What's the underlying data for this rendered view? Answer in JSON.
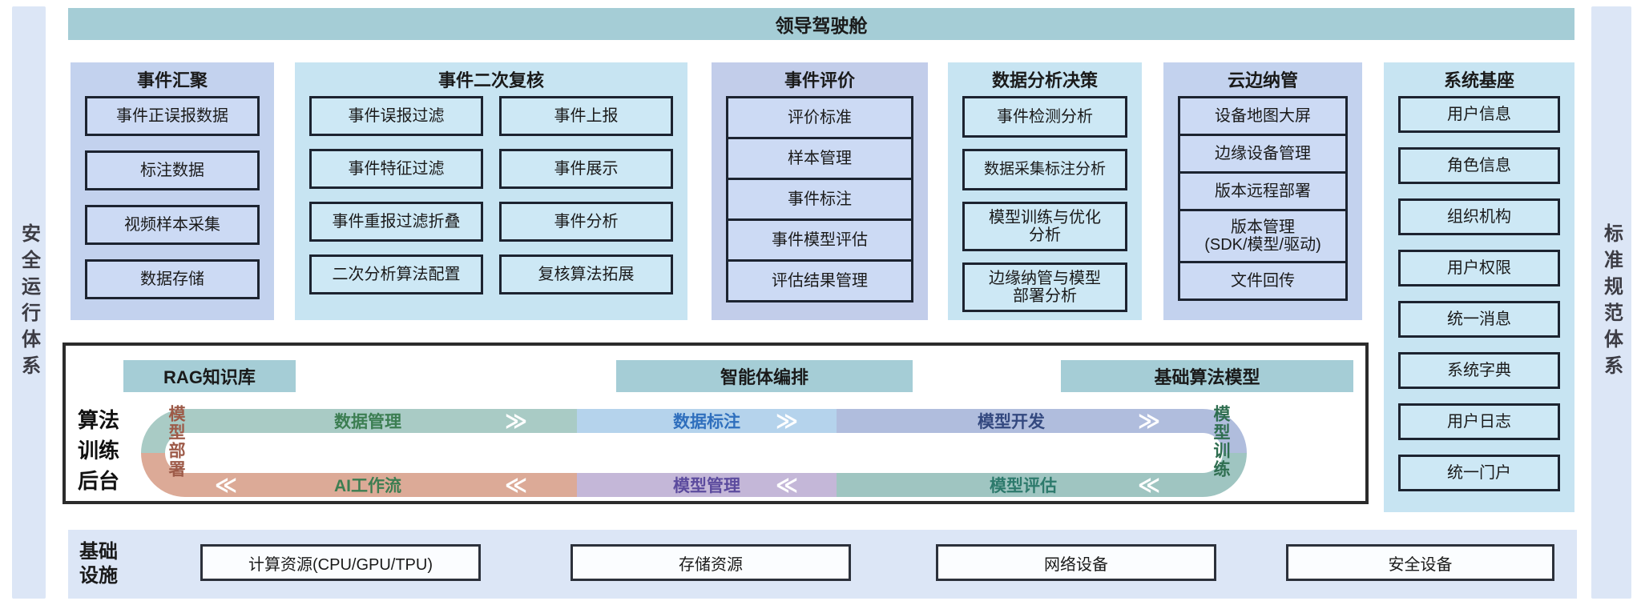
{
  "banner": {
    "title": "领导驾驶舱"
  },
  "side_bars": {
    "left": "安全运行体系",
    "right": "标准规范体系"
  },
  "columns": [
    {
      "title": "事件汇聚",
      "items": [
        "事件正误报数据",
        "标注数据",
        "视频样本采集",
        "数据存储"
      ]
    },
    {
      "title": "事件二次复核",
      "items_left": [
        "事件误报过滤",
        "事件特征过滤",
        "事件重报过滤折叠",
        "二次分析算法配置"
      ],
      "items_right": [
        "事件上报",
        "事件展示",
        "事件分析",
        "复核算法拓展"
      ]
    },
    {
      "title": "事件评价",
      "items": [
        "评价标准",
        "样本管理",
        "事件标注",
        "事件模型评估",
        "评估结果管理"
      ]
    },
    {
      "title": "数据分析决策",
      "items": [
        "事件检测分析",
        "数据采集标注分析",
        "模型训练与优化\n分析",
        "边缘纳管与模型\n部署分析"
      ]
    },
    {
      "title": "云边纳管",
      "items": [
        "设备地图大屏",
        "边缘设备管理",
        "版本远程部署",
        "版本管理\n(SDK/模型/驱动)",
        "文件回传"
      ]
    },
    {
      "title": "系统基座",
      "items": [
        "用户信息",
        "角色信息",
        "组织机构",
        "用户权限",
        "统一消息",
        "系统字典",
        "用户日志",
        "统一门户"
      ]
    }
  ],
  "training_platform": {
    "label": "算法\n训练\n后台",
    "headers": [
      "RAG知识库",
      "智能体编排",
      "基础算法模型"
    ],
    "loop": {
      "left_cap": "模型部署",
      "right_cap": "模型训练",
      "forward_arrow": "≫",
      "back_arrow": "≪",
      "top_segments": [
        {
          "label": "数据管理",
          "band_color": "#a9cbc5",
          "text_color": "#3c7e52"
        },
        {
          "label": "数据标注",
          "band_color": "#b5d3ec",
          "text_color": "#2f6fbd"
        },
        {
          "label": "模型开发",
          "band_color": "#b0bddd",
          "text_color": "#33487f"
        }
      ],
      "bottom_segments": [
        {
          "label": "AI工作流",
          "band_color": "#dcaa97",
          "text_color": "#3c7e52"
        },
        {
          "label": "模型管理",
          "band_color": "#c4b7d8",
          "text_color": "#5c4b9e"
        },
        {
          "label": "模型评估",
          "band_color": "#9fc5c1",
          "text_color": "#2d7a6c"
        }
      ]
    }
  },
  "infrastructure": {
    "label": "基础\n设施",
    "items": [
      "计算资源(CPU/GPU/TPU)",
      "存储资源",
      "网络设备",
      "安全设备"
    ]
  },
  "colors": {
    "banner": "#a5cdd6",
    "panel_periwinkle": "#c3d2ee",
    "panel_cyan": "#c7e4f2",
    "box_periwinkle": "#ccdaf4",
    "box_cyan": "#cde8f5",
    "side_bar": "#dce6f6",
    "box_border": "#1c2330",
    "left_cap_text": "#9d5a48",
    "right_cap_text": "#2f6e50"
  }
}
